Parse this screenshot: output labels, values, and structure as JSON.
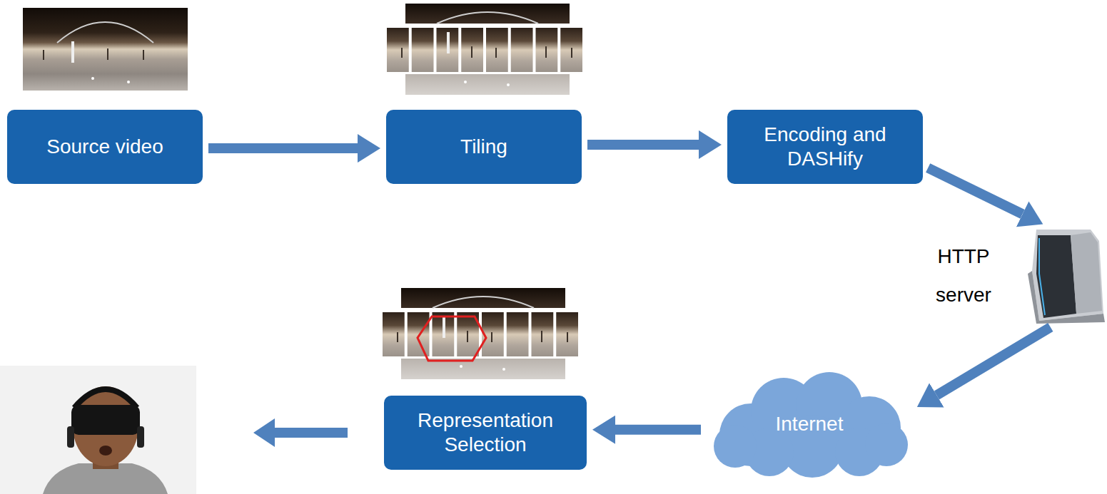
{
  "diagram": {
    "nodes": [
      {
        "text": [
          "Source video"
        ]
      },
      {
        "text": [
          "Tiling"
        ]
      },
      {
        "text": [
          "Encoding and DASHify"
        ]
      },
      {
        "text": [
          "HTTP server"
        ]
      },
      {
        "text": [
          "Representation Selection"
        ]
      },
      {
        "text": [
          "Internet"
        ]
      }
    ],
    "edges": [
      {
        "from": 0,
        "to": 1,
        "arrow": "to"
      },
      {
        "from": 1,
        "to": 2,
        "arrow": "to"
      },
      {
        "from": 2,
        "to": 3,
        "arrow": "to"
      },
      {
        "from": 3,
        "to": 5,
        "arrow": "to"
      },
      {
        "from": 5,
        "to": 4,
        "arrow": "to"
      }
    ]
  }
}
